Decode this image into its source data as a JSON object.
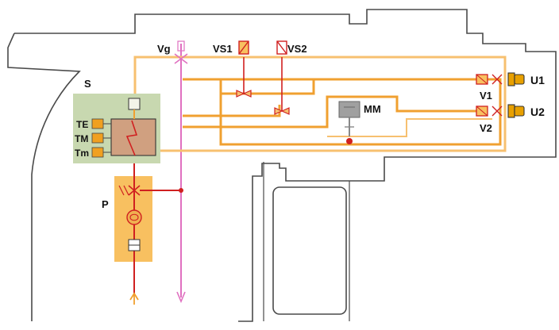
{
  "labels": {
    "s": "S",
    "vg": "Vg",
    "vs1": "VS1",
    "vs2": "VS2",
    "mm": "MM",
    "v1": "V1",
    "v2": "V2",
    "u1": "U1",
    "u2": "U2",
    "te": "TE",
    "tm_upper": "TM",
    "tm_lower": "Tm",
    "p": "P"
  },
  "colors": {
    "outline": "#4a4a4a",
    "pipe_orange": "#f0a030",
    "pipe_orange_light": "#f7c070",
    "pipe_red": "#d02020",
    "pipe_magenta": "#e070c0",
    "exchanger_box": "#c8d8b0",
    "exchanger_core": "#d0a080",
    "pump_box": "#f8c060",
    "sensor_fill": "#f0a020",
    "meter_fill": "#a0a0a0",
    "nozzle_fill": "#e8a000"
  },
  "icons": {
    "heat_exchanger": "heat-exchanger-icon",
    "pump": "pump-icon",
    "filter": "filter-icon",
    "valve": "valve-icon",
    "nozzle": "nozzle-icon",
    "gauge": "gauge-icon",
    "flow_in": "arrow-up-icon",
    "flow_out": "arrow-down-icon"
  }
}
